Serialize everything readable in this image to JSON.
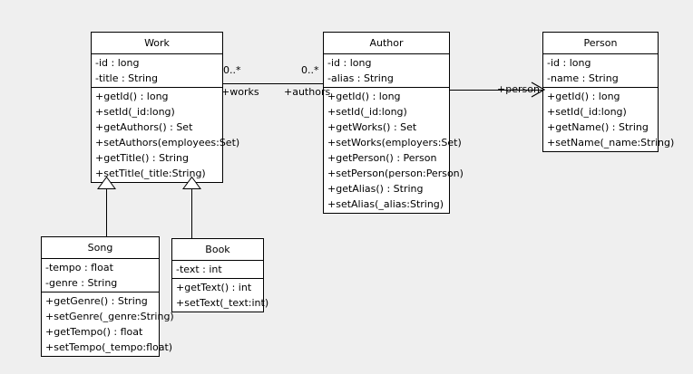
{
  "diagram": {
    "type": "uml-class-diagram",
    "background_color": "#efefef",
    "line_color": "#000000",
    "box_fill": "#ffffff"
  },
  "classes": {
    "work": {
      "name": "Work",
      "attributes": [
        "-id : long",
        "-title : String"
      ],
      "methods": [
        "+getId() : long",
        "+setId(_id:long)",
        "+getAuthors() : Set",
        "+setAuthors(employees:Set)",
        "+getTitle() : String",
        "+setTitle(_title:String)"
      ]
    },
    "author": {
      "name": "Author",
      "attributes": [
        "-id : long",
        "-alias : String"
      ],
      "methods": [
        "+getId() : long",
        "+setId(_id:long)",
        "+getWorks() : Set",
        "+setWorks(employers:Set)",
        "+getPerson() : Person",
        "+setPerson(person:Person)",
        "+getAlias() : String",
        "+setAlias(_alias:String)"
      ]
    },
    "person": {
      "name": "Person",
      "attributes": [
        "-id : long",
        "-name : String"
      ],
      "methods": [
        "+getId() : long",
        "+setId(_id:long)",
        "+getName() : String",
        "+setName(_name:String)"
      ]
    },
    "song": {
      "name": "Song",
      "attributes": [
        "-tempo : float",
        "-genre : String"
      ],
      "methods": [
        "+getGenre() : String",
        "+setGenre(_genre:String)",
        "+getTempo() : float",
        "+setTempo(_tempo:float)"
      ]
    },
    "book": {
      "name": "Book",
      "attributes": [
        "-text : int"
      ],
      "methods": [
        "+getText() : int",
        "+setText(_text:int)"
      ]
    }
  },
  "relationships": {
    "work_author": {
      "kind": "association",
      "source": "Work",
      "target": "Author",
      "source_multiplicity": "0..*",
      "target_multiplicity": "0..*",
      "source_role": "+works",
      "target_role": "+authors"
    },
    "author_person": {
      "kind": "directed-association",
      "source": "Author",
      "target": "Person",
      "target_role": "+person"
    },
    "song_work": {
      "kind": "generalization",
      "source": "Song",
      "target": "Work"
    },
    "book_work": {
      "kind": "generalization",
      "source": "Book",
      "target": "Work"
    }
  }
}
